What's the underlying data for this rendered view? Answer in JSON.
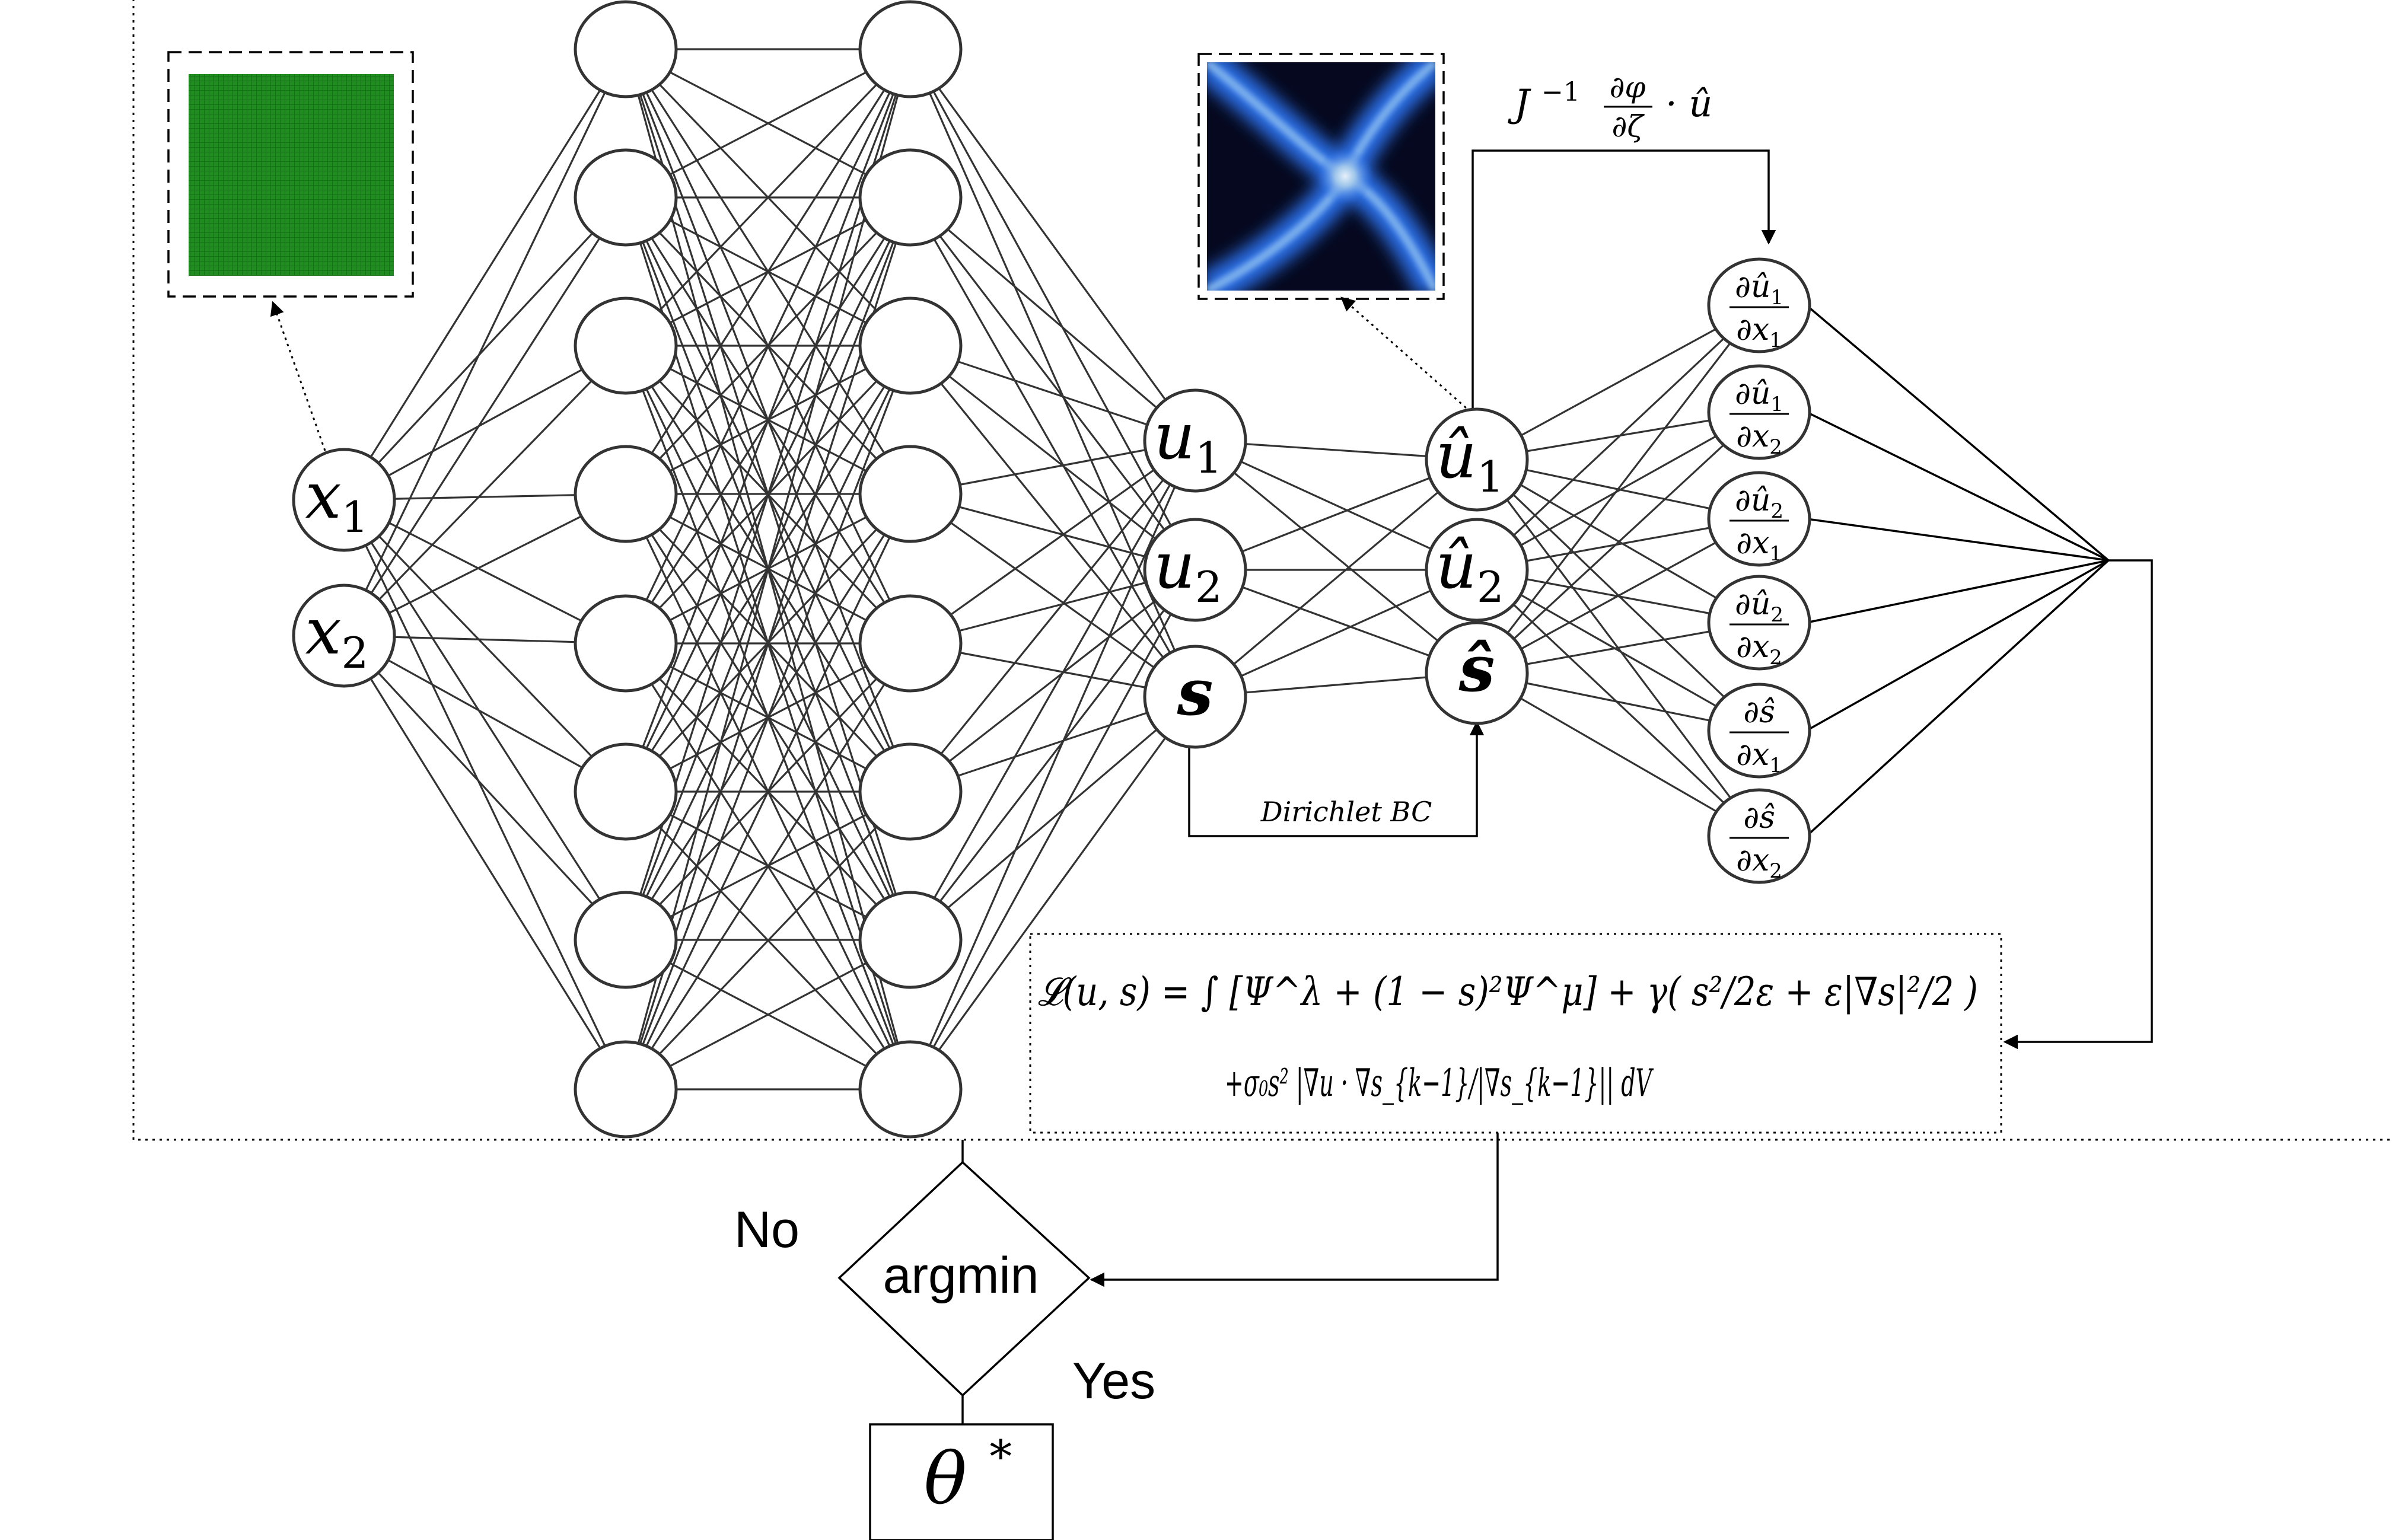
{
  "nodes": {
    "x1": {
      "base": "x",
      "sub": "1"
    },
    "x2": {
      "base": "x",
      "sub": "2"
    },
    "u1": {
      "base": "u",
      "sub": "1"
    },
    "u2": {
      "base": "u",
      "sub": "2"
    },
    "s": {
      "base": "s"
    },
    "u1hat": {
      "base": "û",
      "sub": "1"
    },
    "u2hat": {
      "base": "û",
      "sub": "2"
    },
    "shat": {
      "base": "ŝ"
    }
  },
  "derivatives": [
    {
      "num": "∂û",
      "num_sub": "1",
      "den": "∂x",
      "den_sub": "1"
    },
    {
      "num": "∂û",
      "num_sub": "1",
      "den": "∂x",
      "den_sub": "2"
    },
    {
      "num": "∂û",
      "num_sub": "2",
      "den": "∂x",
      "den_sub": "1"
    },
    {
      "num": "∂û",
      "num_sub": "2",
      "den": "∂x",
      "den_sub": "2"
    },
    {
      "num": "∂ŝ",
      "num_sub": "",
      "den": "∂x",
      "den_sub": "1"
    },
    {
      "num": "∂ŝ",
      "num_sub": "",
      "den": "∂x",
      "den_sub": "2"
    }
  ],
  "labels": {
    "transform": {
      "lead": "J",
      "exp": "−1",
      "frac_num": "∂φ",
      "frac_den": "∂ζ",
      "tail": "· û"
    },
    "dirichlet": "Dirichlet BC",
    "loss_line1": "𝓛(u, s) = ∫ [Ψ^λ + (1 − s)²Ψ^μ] + γ( s²/2ε + ε|∇s|²/2 )",
    "loss_line2": "+σ₀s² |∇u · ∇s_{k−1}/|∇s_{k−1}|| dV",
    "decision": "argmin",
    "no": "No",
    "yes": "Yes",
    "result": {
      "base": "θ",
      "sup": "*"
    }
  },
  "colors": {
    "input_field": "#1e8c1e",
    "crack_background": "#05081e",
    "crack_band": "#2a6ee6",
    "crack_core": "#cfe3f5"
  }
}
